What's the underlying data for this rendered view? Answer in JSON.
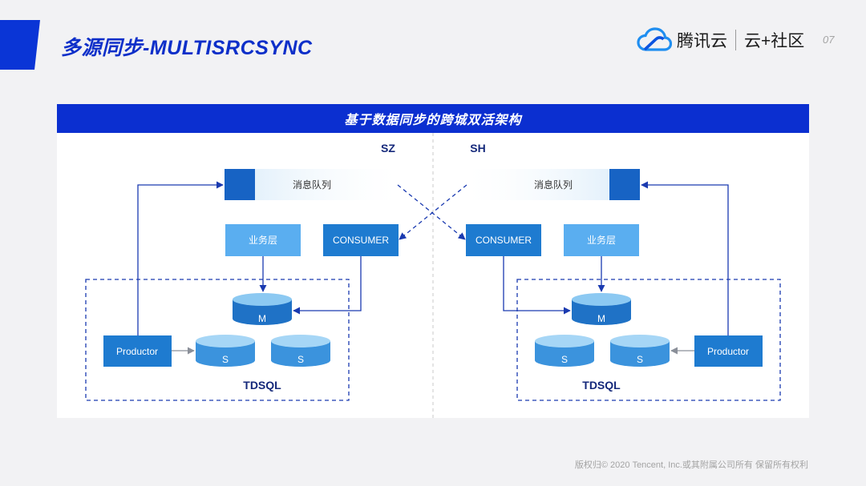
{
  "slide": {
    "title": "多源同步-MULTISRCSYNC",
    "page_number": "07",
    "footer": "版权归© 2020 Tencent, Inc.或其附属公司所有 保留所有权利"
  },
  "brand": {
    "name": "腾讯云",
    "community": "云+社区",
    "logo_icon": "tencent-cloud-logo-icon"
  },
  "diagram": {
    "title": "基于数据同步的跨城双活架构",
    "left_site": {
      "site_label": "SZ",
      "queue_label": "消息队列",
      "business_label": "业务层",
      "consumer_label": "CONSUMER",
      "master_label": "M",
      "slave_labels": [
        "S",
        "S"
      ],
      "producer_label": "Productor",
      "cluster_label": "TDSQL"
    },
    "right_site": {
      "site_label": "SH",
      "queue_label": "消息队列",
      "business_label": "业务层",
      "consumer_label": "CONSUMER",
      "master_label": "M",
      "slave_labels": [
        "S",
        "S"
      ],
      "producer_label": "Productor",
      "cluster_label": "TDSQL"
    }
  },
  "colors": {
    "brand_blue": "#0b2fd0",
    "box_dark": "#1e7bd0",
    "box_light": "#5aaef0",
    "cylinder_top": "#8cc9f2",
    "cylinder_body": "#3b93dd",
    "master_body": "#1f72c6",
    "arrow": "#1a3ab0"
  }
}
